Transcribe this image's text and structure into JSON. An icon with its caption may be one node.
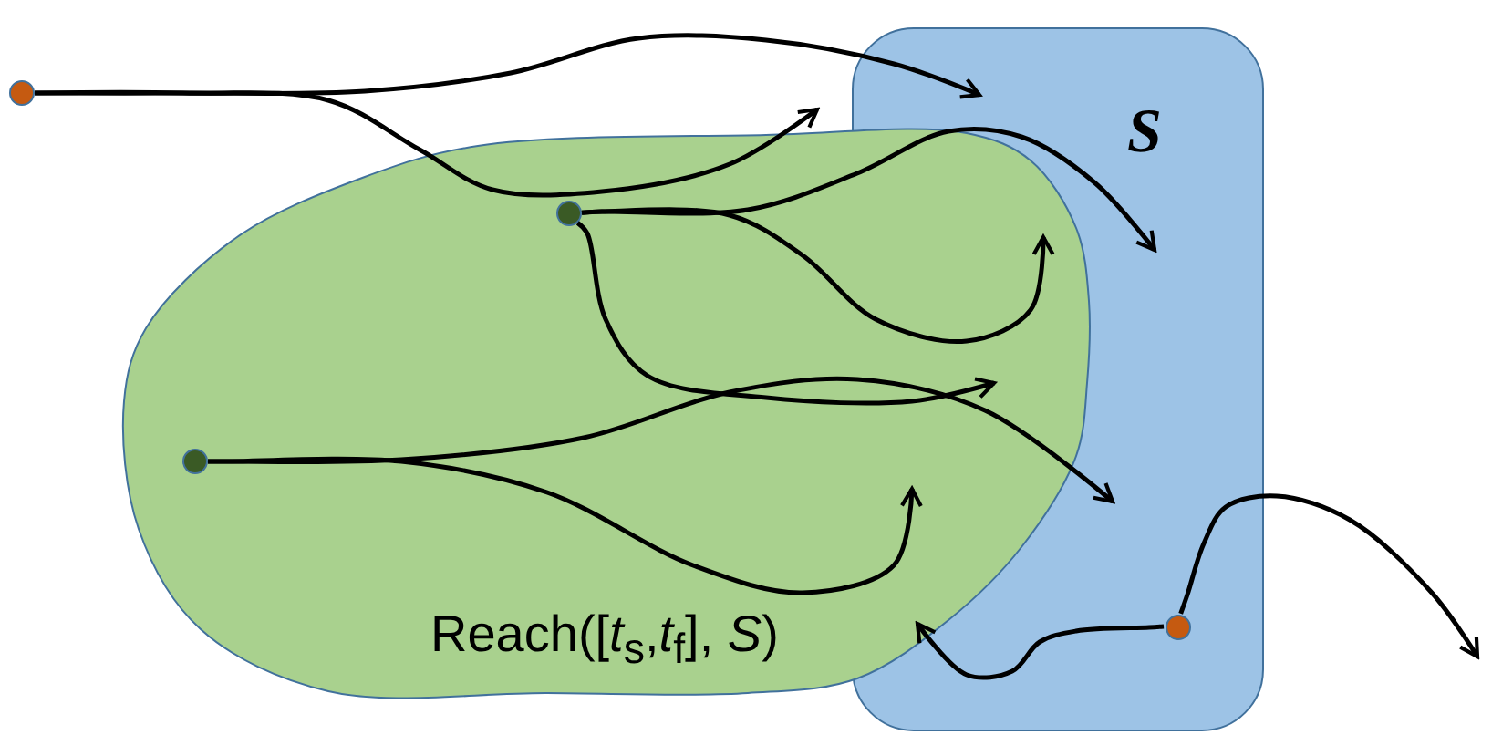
{
  "diagram": {
    "nodes": [
      {
        "text": [],
        "shape": "circle"
      },
      {
        "text": [
          "S"
        ]
      },
      {
        "text": [
          "Reach([*t*$_{s}$,*t*$_{f}$], *S*)"
        ]
      },
      {
        "text": [],
        "shape": "circle",
        "in": 2
      },
      {
        "text": [],
        "shape": "circle",
        "in": 2
      },
      {
        "text": [],
        "shape": "circle",
        "in": 1
      }
    ],
    "edges": [
      {
        "from": 0,
        "to": 1,
        "arrow": "to"
      },
      {
        "from": 0,
        "to": 1,
        "arrow": "to"
      },
      {
        "from": 3,
        "to": null,
        "arrow": "to"
      },
      {
        "from": 3,
        "to": null,
        "arrow": "to"
      },
      {
        "from": 3,
        "to": null,
        "arrow": "to"
      },
      {
        "from": 4,
        "to": null,
        "arrow": "to"
      },
      {
        "from": 4,
        "to": null,
        "arrow": "to"
      },
      {
        "from": 5,
        "to": null,
        "arrow": "to"
      },
      {
        "from": 5,
        "to": 2,
        "arrow": "to"
      }
    ]
  }
}
